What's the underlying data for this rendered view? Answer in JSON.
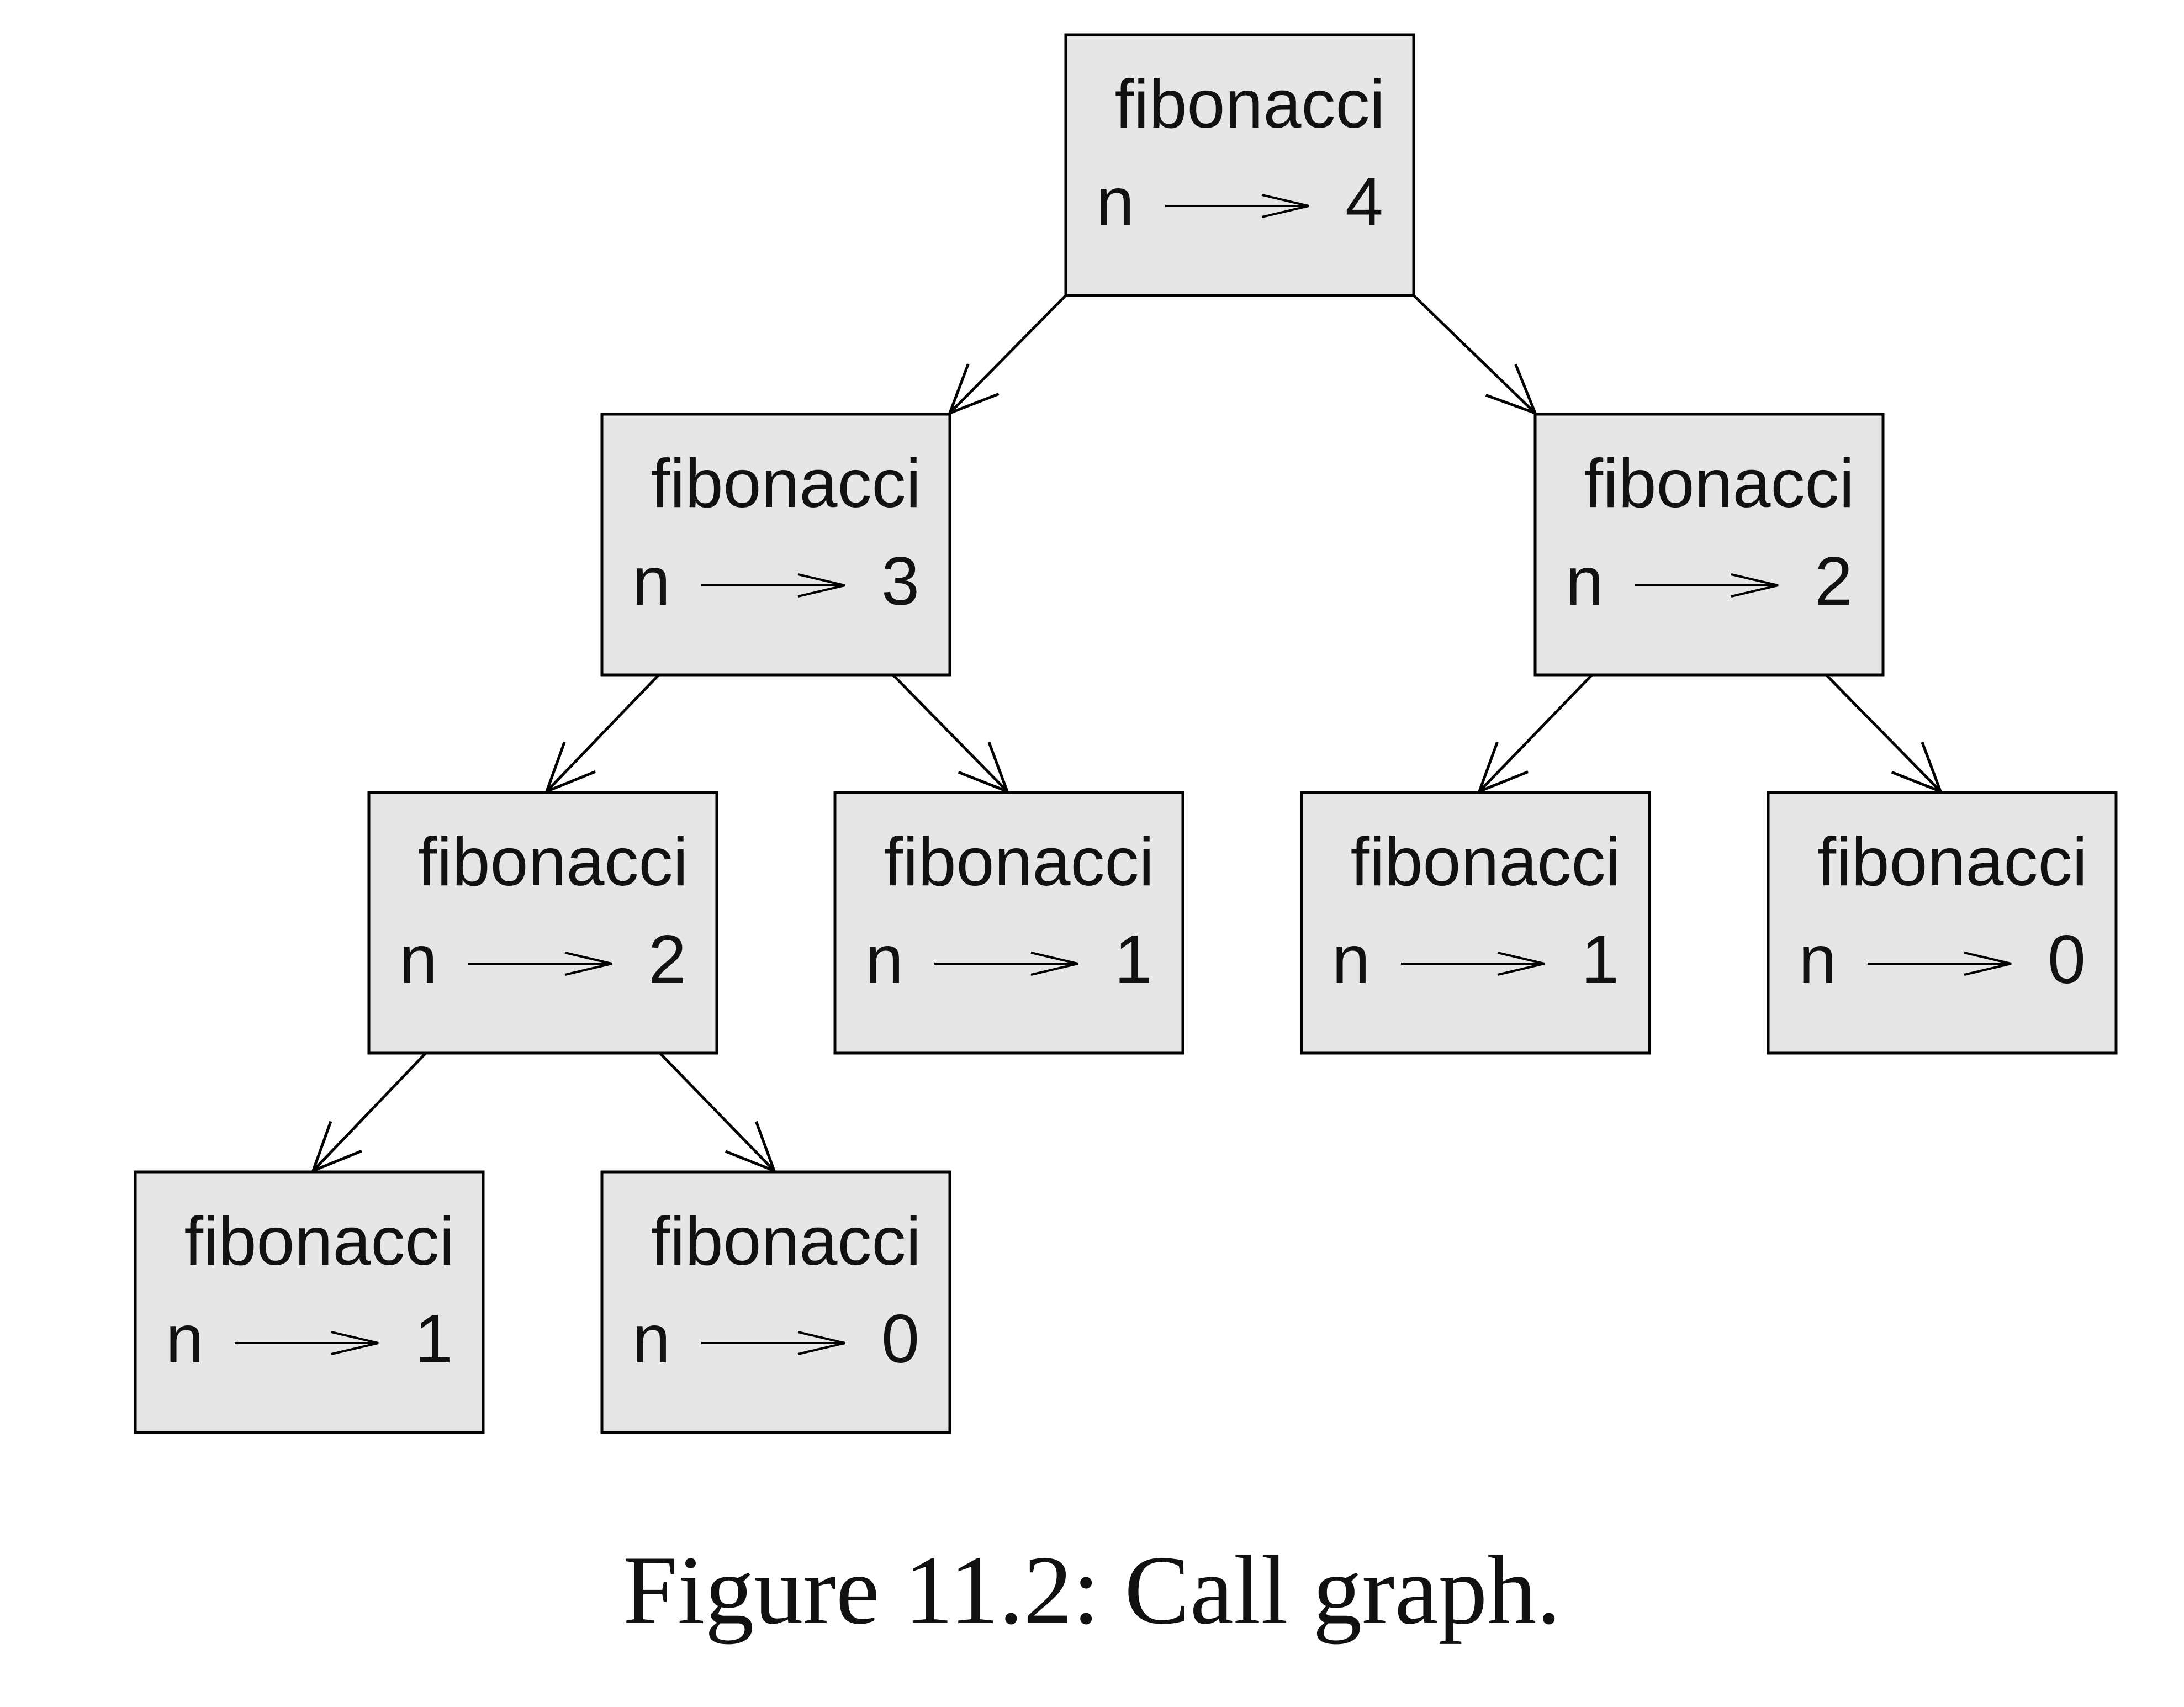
{
  "frames": [
    {
      "id": "f4",
      "name": "fibonacci",
      "var": "n",
      "value": "4"
    },
    {
      "id": "f3",
      "name": "fibonacci",
      "var": "n",
      "value": "3"
    },
    {
      "id": "f2r",
      "name": "fibonacci",
      "var": "n",
      "value": "2"
    },
    {
      "id": "f2l",
      "name": "fibonacci",
      "var": "n",
      "value": "2"
    },
    {
      "id": "f1m",
      "name": "fibonacci",
      "var": "n",
      "value": "1"
    },
    {
      "id": "f1r",
      "name": "fibonacci",
      "var": "n",
      "value": "1"
    },
    {
      "id": "f0r",
      "name": "fibonacci",
      "var": "n",
      "value": "0"
    },
    {
      "id": "f1l",
      "name": "fibonacci",
      "var": "n",
      "value": "1"
    },
    {
      "id": "f0l",
      "name": "fibonacci",
      "var": "n",
      "value": "0"
    }
  ],
  "edges": [
    {
      "from": "f4",
      "to": "f3"
    },
    {
      "from": "f4",
      "to": "f2r"
    },
    {
      "from": "f3",
      "to": "f2l"
    },
    {
      "from": "f3",
      "to": "f1m"
    },
    {
      "from": "f2r",
      "to": "f1r"
    },
    {
      "from": "f2r",
      "to": "f0r"
    },
    {
      "from": "f2l",
      "to": "f1l"
    },
    {
      "from": "f2l",
      "to": "f0l"
    }
  ],
  "caption": "Figure 11.2: Call graph.",
  "colors": {
    "frame_fill": "#e6e6e6",
    "stroke": "#000000",
    "text": "#111111"
  }
}
